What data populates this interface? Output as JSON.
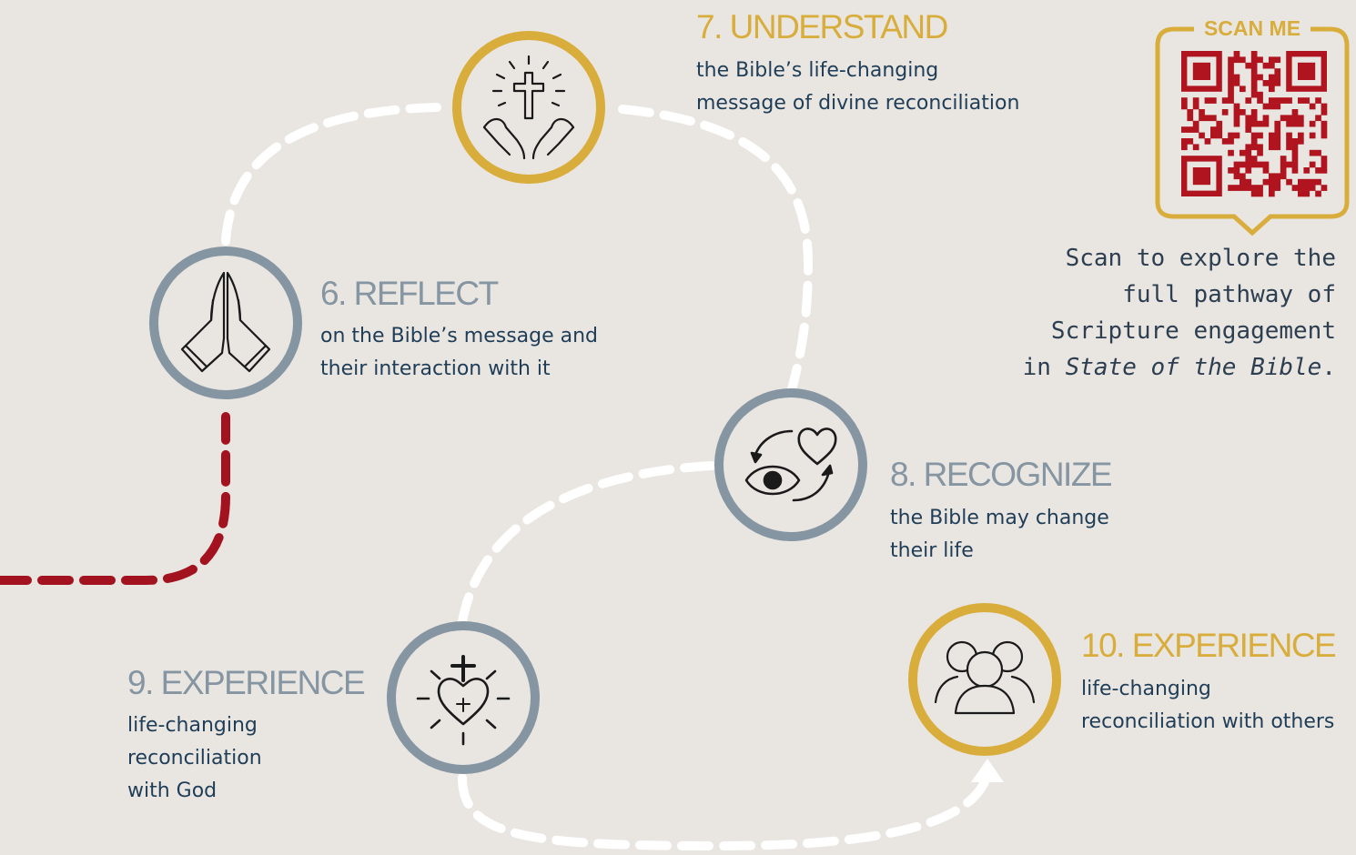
{
  "steps": [
    {
      "id": "step-6",
      "title": "6. REFLECT",
      "desc": [
        "on the Bible’s message and",
        "their interaction with it"
      ],
      "icon": "praying-hands-icon"
    },
    {
      "id": "step-7",
      "title": "7. UNDERSTAND",
      "desc": [
        "the Bible’s life-changing",
        "message of divine reconciliation"
      ],
      "icon": "cross-hands-icon"
    },
    {
      "id": "step-8",
      "title": "8. RECOGNIZE",
      "desc": [
        "the Bible may change",
        "their life"
      ],
      "icon": "eye-heart-icon"
    },
    {
      "id": "step-9",
      "title": "9. EXPERIENCE",
      "desc": [
        "life-changing",
        "reconciliation",
        "with God"
      ],
      "icon": "cross-heart-icon"
    },
    {
      "id": "step-10",
      "title": "10. EXPERIENCE",
      "desc": [
        "life-changing",
        "reconciliation with others"
      ],
      "icon": "group-people-icon"
    }
  ],
  "qr": {
    "label": "SCAN ME",
    "caption_lines": [
      "Scan to explore the",
      "full pathway of",
      "Scripture engagement"
    ],
    "caption_last_prefix": "in ",
    "caption_last_italic": "State of the Bible",
    "caption_last_suffix": "."
  },
  "colors": {
    "background": "#e9e6e2",
    "gray": "#8595a2",
    "gold": "#d8ad3b",
    "red_path": "#a3131f",
    "white_path": "#ffffff",
    "text_dark": "#1f3d57",
    "qr": "#b0141f"
  }
}
